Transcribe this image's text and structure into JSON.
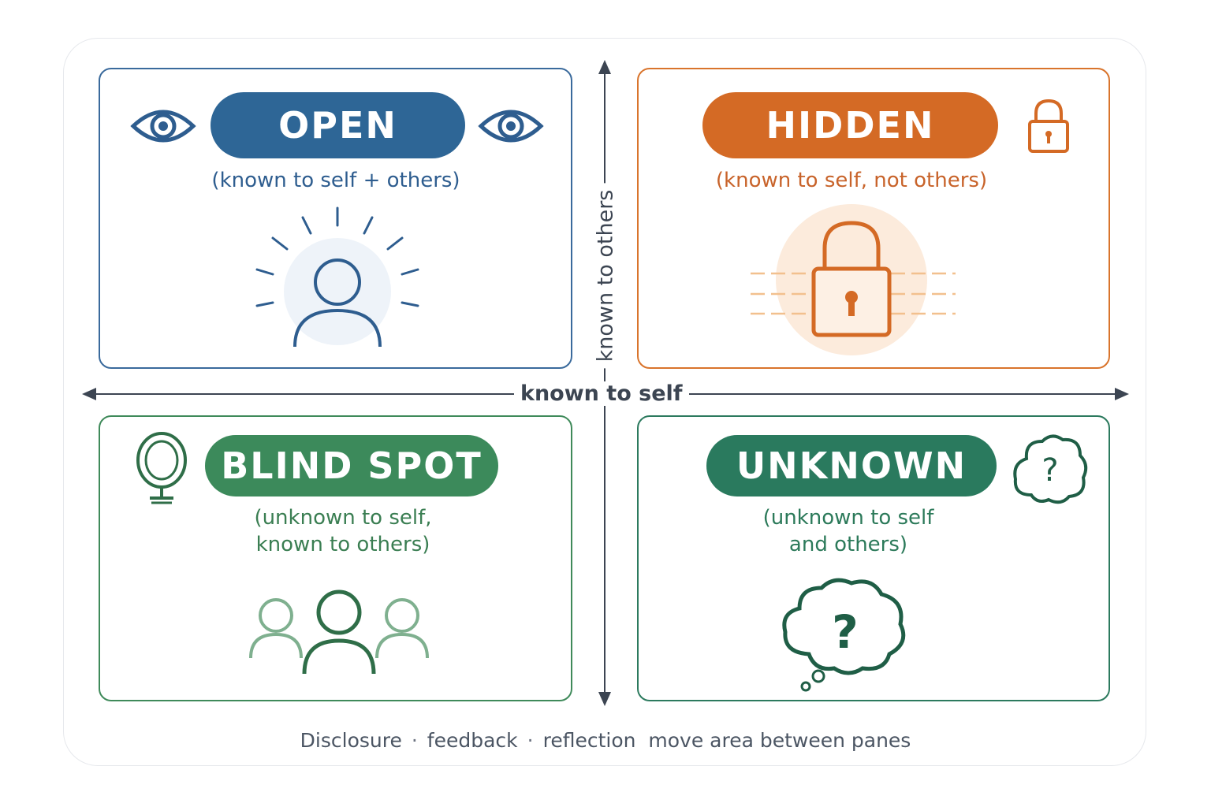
{
  "axes": {
    "x_label": "known to self",
    "y_label": "known to others"
  },
  "panes": {
    "open": {
      "title": "OPEN",
      "subtitle": "(known to self + others)"
    },
    "hidden": {
      "title": "HIDDEN",
      "subtitle": "(known to self, not others)"
    },
    "blind": {
      "title": "BLIND SPOT",
      "subtitle": "(unknown to self,\nknown to others)"
    },
    "unknown": {
      "title": "UNKNOWN",
      "subtitle": "(unknown to self\nand others)"
    }
  },
  "footer": {
    "item1": "Disclosure",
    "item2": "feedback",
    "item3": "reflection",
    "tail": "move area between panes",
    "separator": "·"
  },
  "colors": {
    "open": "#2e6696",
    "hidden": "#d46a25",
    "blind_spot": "#3c8a5b",
    "unknown": "#2a7a5e",
    "axis": "#3c4552"
  },
  "icons": [
    "eye-icon",
    "lock-icon",
    "person-icon",
    "mirror-icon",
    "people-icon",
    "question-cloud-icon",
    "thought-bubble-icon"
  ]
}
